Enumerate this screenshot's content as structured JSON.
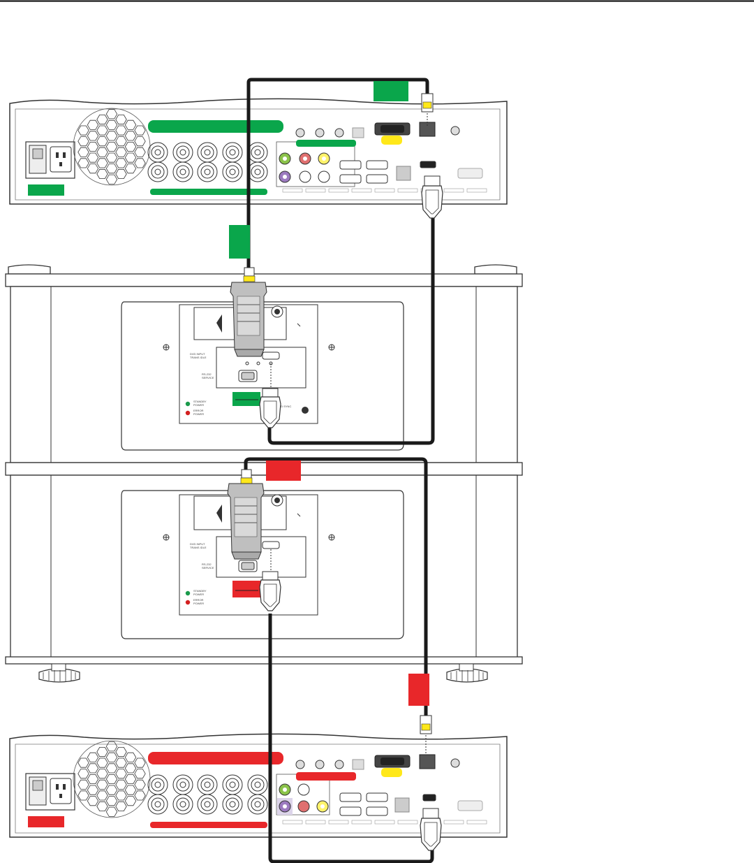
{
  "colors": {
    "green_accent": "#0aa64b",
    "red_accent": "#e8272a",
    "yellow_accent": "#ffe81a",
    "cable": "#1a1a1a",
    "chassis_line": "#333333",
    "panel_fill": "#ffffff",
    "cool_plate": "#f2f2f2",
    "connector_gray": "#bfbfbf"
  },
  "components": {
    "top_processor": {
      "accent": "green",
      "icon": "processor-rear-panel"
    },
    "upper_projector": {
      "accent": "green",
      "icon": "projector-connector-panel"
    },
    "lower_projector": {
      "accent": "red",
      "icon": "projector-connector-panel"
    },
    "bottom_processor": {
      "accent": "red",
      "icon": "processor-rear-panel"
    }
  },
  "cables": [
    {
      "type": "RS-232",
      "accent": "green",
      "icon": "serial-cable"
    },
    {
      "type": "HDMI",
      "accent": "green",
      "icon": "hdmi-cable"
    },
    {
      "type": "RS-232",
      "accent": "red",
      "icon": "serial-cable"
    },
    {
      "type": "HDMI",
      "accent": "red",
      "icon": "hdmi-cable"
    }
  ],
  "panel_labels": {
    "proj_input": "DVD INPUT\nTRANS IDLE",
    "proj_serial": "RS-232\nSERVICE",
    "proj_standby": "STANDBY\nPOWER",
    "proj_error": "ERROR\nPOWER"
  }
}
